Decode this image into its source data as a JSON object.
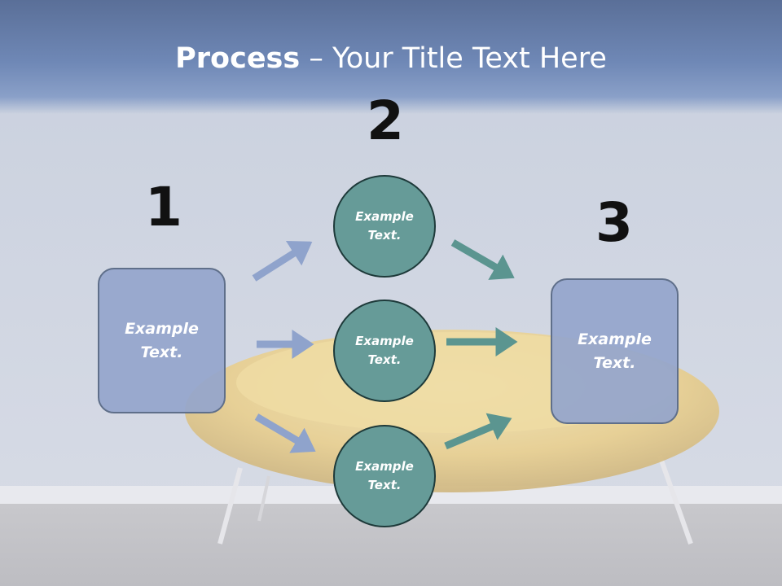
{
  "slide": {
    "title_bold": "Process",
    "title_rest": " – Your Title Text Here"
  },
  "steps": {
    "num1": "1",
    "num2": "2",
    "num3": "3"
  },
  "left_box": {
    "line1": "Example",
    "line2": "Text."
  },
  "right_box": {
    "line1": "Example",
    "line2": "Text."
  },
  "circles": [
    {
      "line1": "Example",
      "line2": "Text."
    },
    {
      "line1": "Example",
      "line2": "Text."
    },
    {
      "line1": "Example",
      "line2": "Text."
    }
  ],
  "colors": {
    "header": "#6f88b6",
    "box_fill": "#94a5cc",
    "circle_fill": "#669b98",
    "arrow_blue": "#8fa3cc",
    "arrow_teal": "#5b9590"
  }
}
